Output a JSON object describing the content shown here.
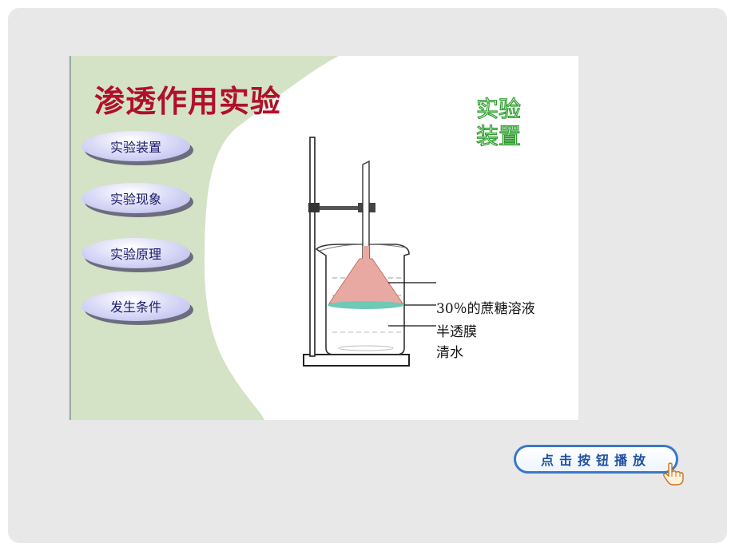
{
  "slide": {
    "title": "渗透作用实验",
    "side_heading": "实验装置",
    "menu": [
      {
        "label": "实验装置"
      },
      {
        "label": "实验现象"
      },
      {
        "label": "实验原理"
      },
      {
        "label": "发生条件"
      }
    ],
    "apparatus_labels": {
      "sucrose": "30％的蔗糖溶液",
      "membrane": "半透膜",
      "water": "清水"
    }
  },
  "controls": {
    "play_label": "点击按钮播放"
  },
  "colors": {
    "title": "#b0102a",
    "panel_green": "#d4e2c6",
    "heading_green": "#2e9c2e",
    "sucrose_fill": "#e9a9a3",
    "membrane": "#6ec9b6",
    "play_border": "#3a78c8"
  },
  "icons": {
    "play_button": "pointing-hand-icon"
  }
}
